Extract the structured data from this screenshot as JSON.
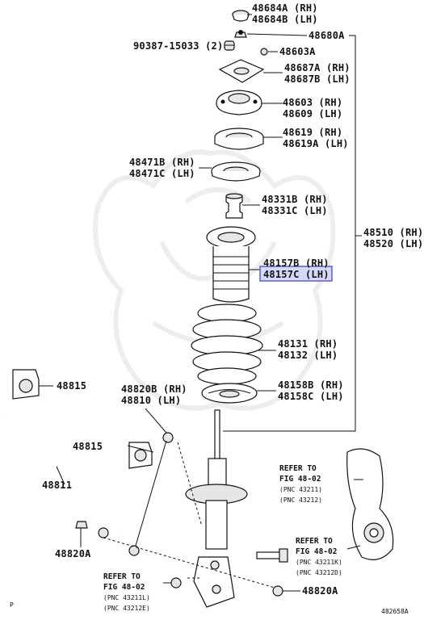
{
  "labels": {
    "l_48684a": "48684A (RH)",
    "l_48684b": "48684B (LH)",
    "l_48680a": "48680A",
    "l_90387": "90387-15033 (2)",
    "l_48603a": "48603A",
    "l_48687a": "48687A (RH)",
    "l_48687b": "48687B (LH)",
    "l_48603": "48603 (RH)",
    "l_48609": "48609 (LH)",
    "l_48619": "48619 (RH)",
    "l_48619a": "48619A (LH)",
    "l_48471b": "48471B (RH)",
    "l_48471c": "48471C (LH)",
    "l_48331b": "48331B (RH)",
    "l_48331c": "48331C (LH)",
    "l_48510": "48510 (RH)",
    "l_48520": "48520 (LH)",
    "l_48157b": "48157B (RH)",
    "l_48157c": "48157C (LH)",
    "l_48131": "48131 (RH)",
    "l_48132": "48132 (LH)",
    "l_48815_top": "48815",
    "l_48820b": "48820B (RH)",
    "l_48810": "48810 (LH)",
    "l_48158b": "48158B (RH)",
    "l_48158c": "48158C (LH)",
    "l_48815_mid": "48815",
    "l_48811": "48811",
    "l_refer1": "REFER TO",
    "l_fig1": "FIG 48-02",
    "l_pnc1a": "(PNC 43211)",
    "l_pnc1b": "(PNC 43212)",
    "l_48820a_left": "48820A",
    "l_refer2": "REFER TO",
    "l_fig2": "FIG 48-02",
    "l_pnc2a": "(PNC 43211K)",
    "l_pnc2b": "(PNC 43212D)",
    "l_refer3": "REFER TO",
    "l_fig3": "FIG 48-02",
    "l_pnc3a": "(PNC 43211L)",
    "l_pnc3b": "(PNC 43212E)",
    "l_48820a_right": "48820A",
    "l_p": "P",
    "l_ref": "482658A"
  },
  "highlight": {
    "target": "48157C (LH)",
    "color": "#5a5fd6",
    "fill": "#d6d8f7"
  }
}
